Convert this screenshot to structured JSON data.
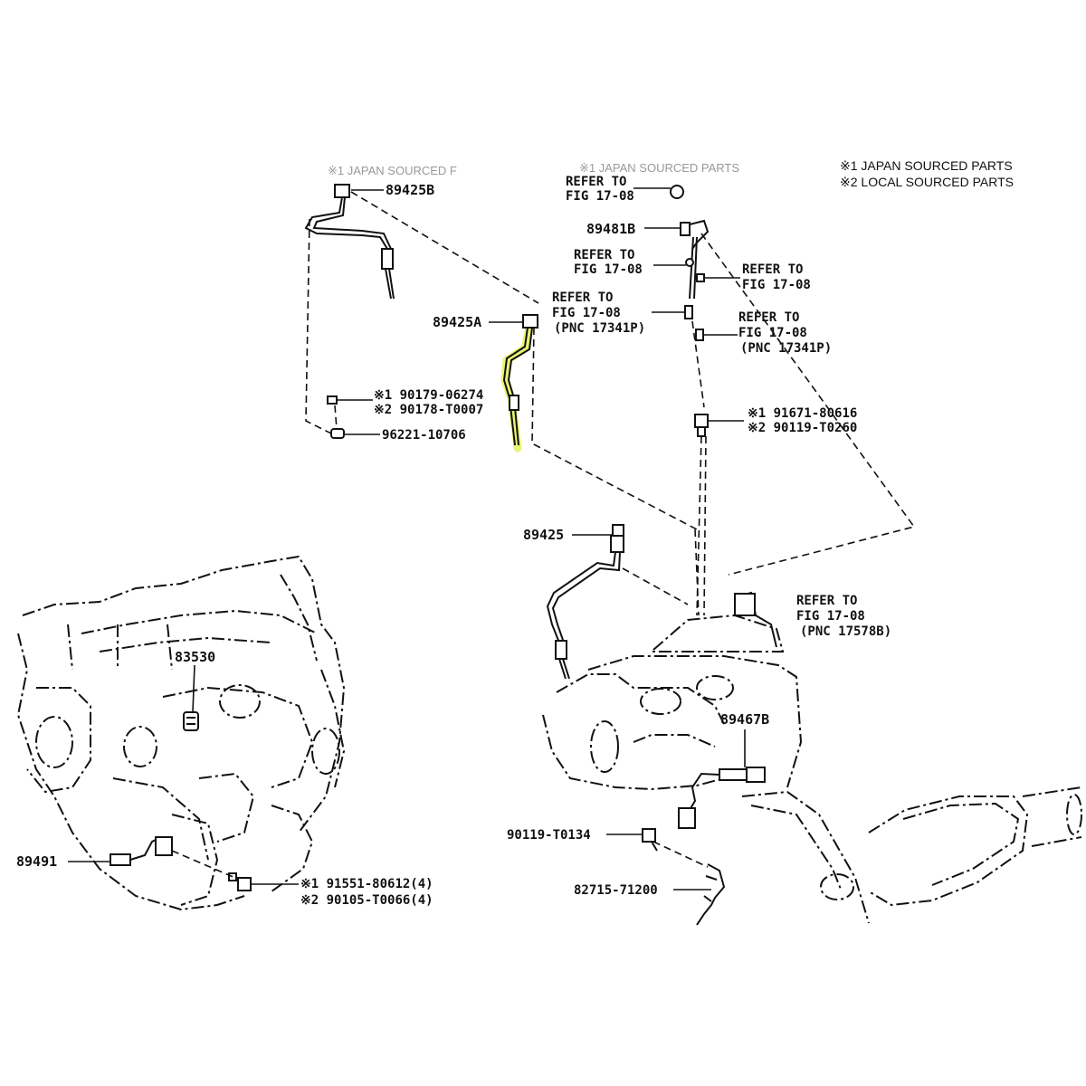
{
  "notes": {
    "faded_left": "※1 JAPAN SOURCED F",
    "faded_mid": "※1 JAPAN SOURCED PARTS",
    "note1": "※1 JAPAN SOURCED PARTS",
    "note2": "※2 LOCAL SOURCED PARTS"
  },
  "parts": {
    "p89425B": "89425B",
    "p89425A": "89425A",
    "p89425": "89425",
    "p89481B": "89481B",
    "p89467B": "89467B",
    "p83530": "83530",
    "p89491": "89491",
    "p96221": "96221-10706",
    "p90179": "※1 90179-06274",
    "p90178": "※2 90178-T0007",
    "p91671": "※1 91671-80616",
    "p90119a": "※2 90119-T0260",
    "p91551": "※1 91551-80612(4)",
    "p90105": "※2 90105-T0066(4)",
    "p90119b": "90119-T0134",
    "p82715": "82715-71200"
  },
  "refs": {
    "refer_to": "REFER TO",
    "fig": "FIG 17-08",
    "pnc_17341": "(PNC 17341P)",
    "pnc_17578": "(PNC 17578B)"
  }
}
